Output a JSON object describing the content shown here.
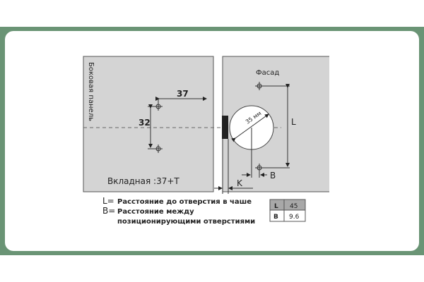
{
  "side_panel_label": "Боковая панель",
  "facade_label": "Фасад",
  "dim_37": "37",
  "dim_32": "32",
  "dim_35": "35 мм",
  "dim_L": "L",
  "dim_B": "B",
  "dim_K": "K",
  "overlay_label": "Вкладная :37+T",
  "legend": [
    {
      "key": "L=",
      "text": "Расстояние до отверстия в чаше"
    },
    {
      "key": "B=",
      "text": "Расстояние между"
    },
    {
      "key": "",
      "text": "позиционирующими отверстиями"
    }
  ],
  "table": [
    {
      "key": "L",
      "value": "45"
    },
    {
      "key": "B",
      "value": "9.6"
    }
  ]
}
